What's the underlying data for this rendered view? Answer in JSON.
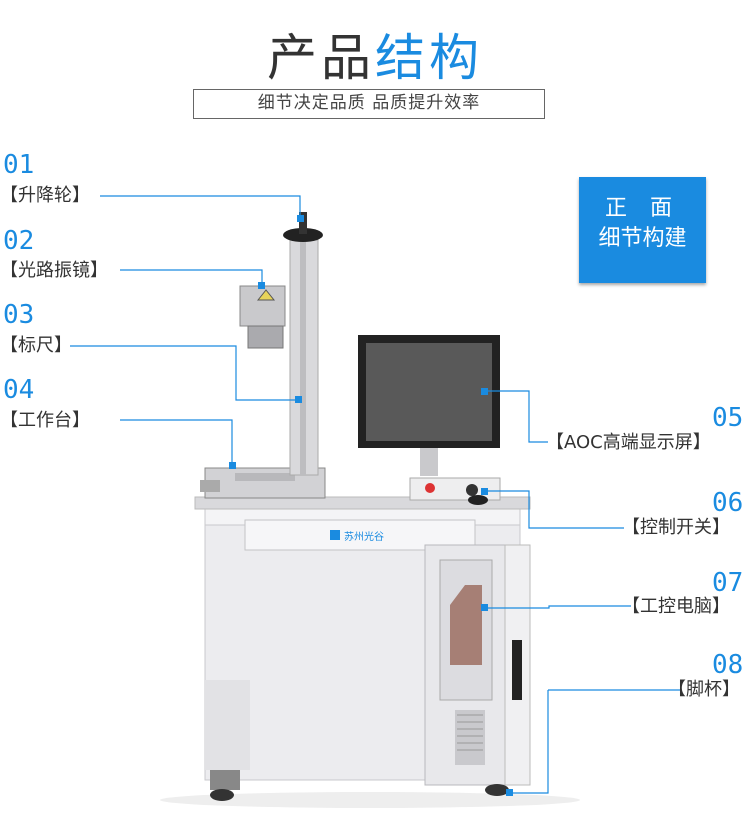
{
  "header": {
    "title_part1": "产品",
    "title_part2": "结构",
    "subtitle": "细节决定品质 品质提升效率"
  },
  "badge": {
    "line1": "正 面",
    "line2": "细节构建"
  },
  "brand": {
    "logo_text": "苏州光谷"
  },
  "colors": {
    "accent": "#1a8be0",
    "text": "#333333"
  },
  "parts": [
    {
      "num": "01",
      "label": "升降轮"
    },
    {
      "num": "02",
      "label": "光路振镜"
    },
    {
      "num": "03",
      "label": "标尺"
    },
    {
      "num": "04",
      "label": "工作台"
    },
    {
      "num": "05",
      "label": "AOC高端显示屏"
    },
    {
      "num": "06",
      "label": "控制开关"
    },
    {
      "num": "07",
      "label": "工控电脑"
    },
    {
      "num": "08",
      "label": "脚杯"
    }
  ]
}
